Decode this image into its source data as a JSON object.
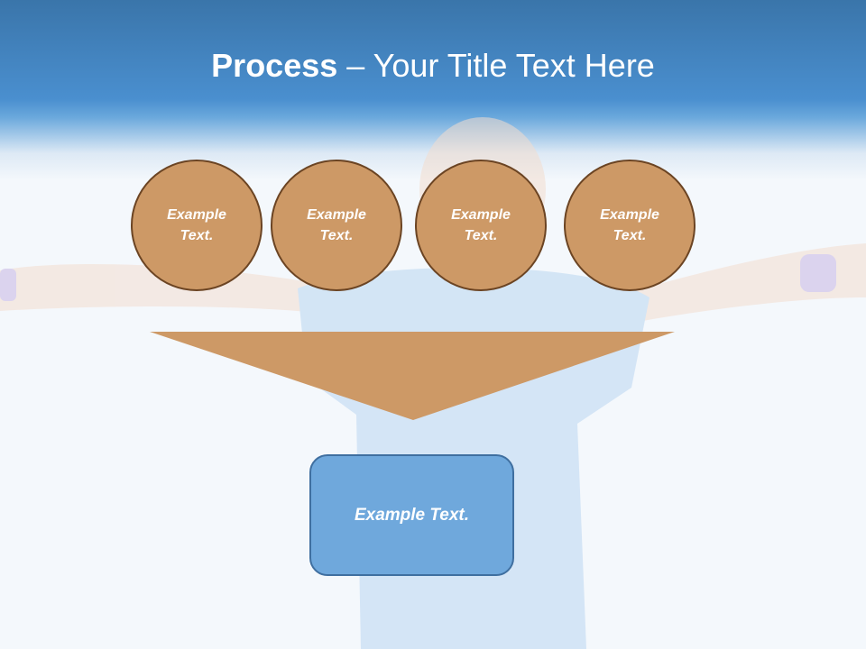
{
  "title": {
    "bold": "Process",
    "rest": " – Your Title Text Here"
  },
  "circles": [
    {
      "label": "Example Text."
    },
    {
      "label": "Example Text."
    },
    {
      "label": "Example Text."
    },
    {
      "label": "Example Text."
    }
  ],
  "result_box": {
    "label": "Example Text."
  },
  "colors": {
    "header_blue": "#4a8fcf",
    "circle_fill": "#cd9966",
    "circle_border": "#6b4423",
    "funnel_fill": "#cd9966",
    "box_fill": "#6fa8dc",
    "box_border": "#3f6fa0"
  }
}
